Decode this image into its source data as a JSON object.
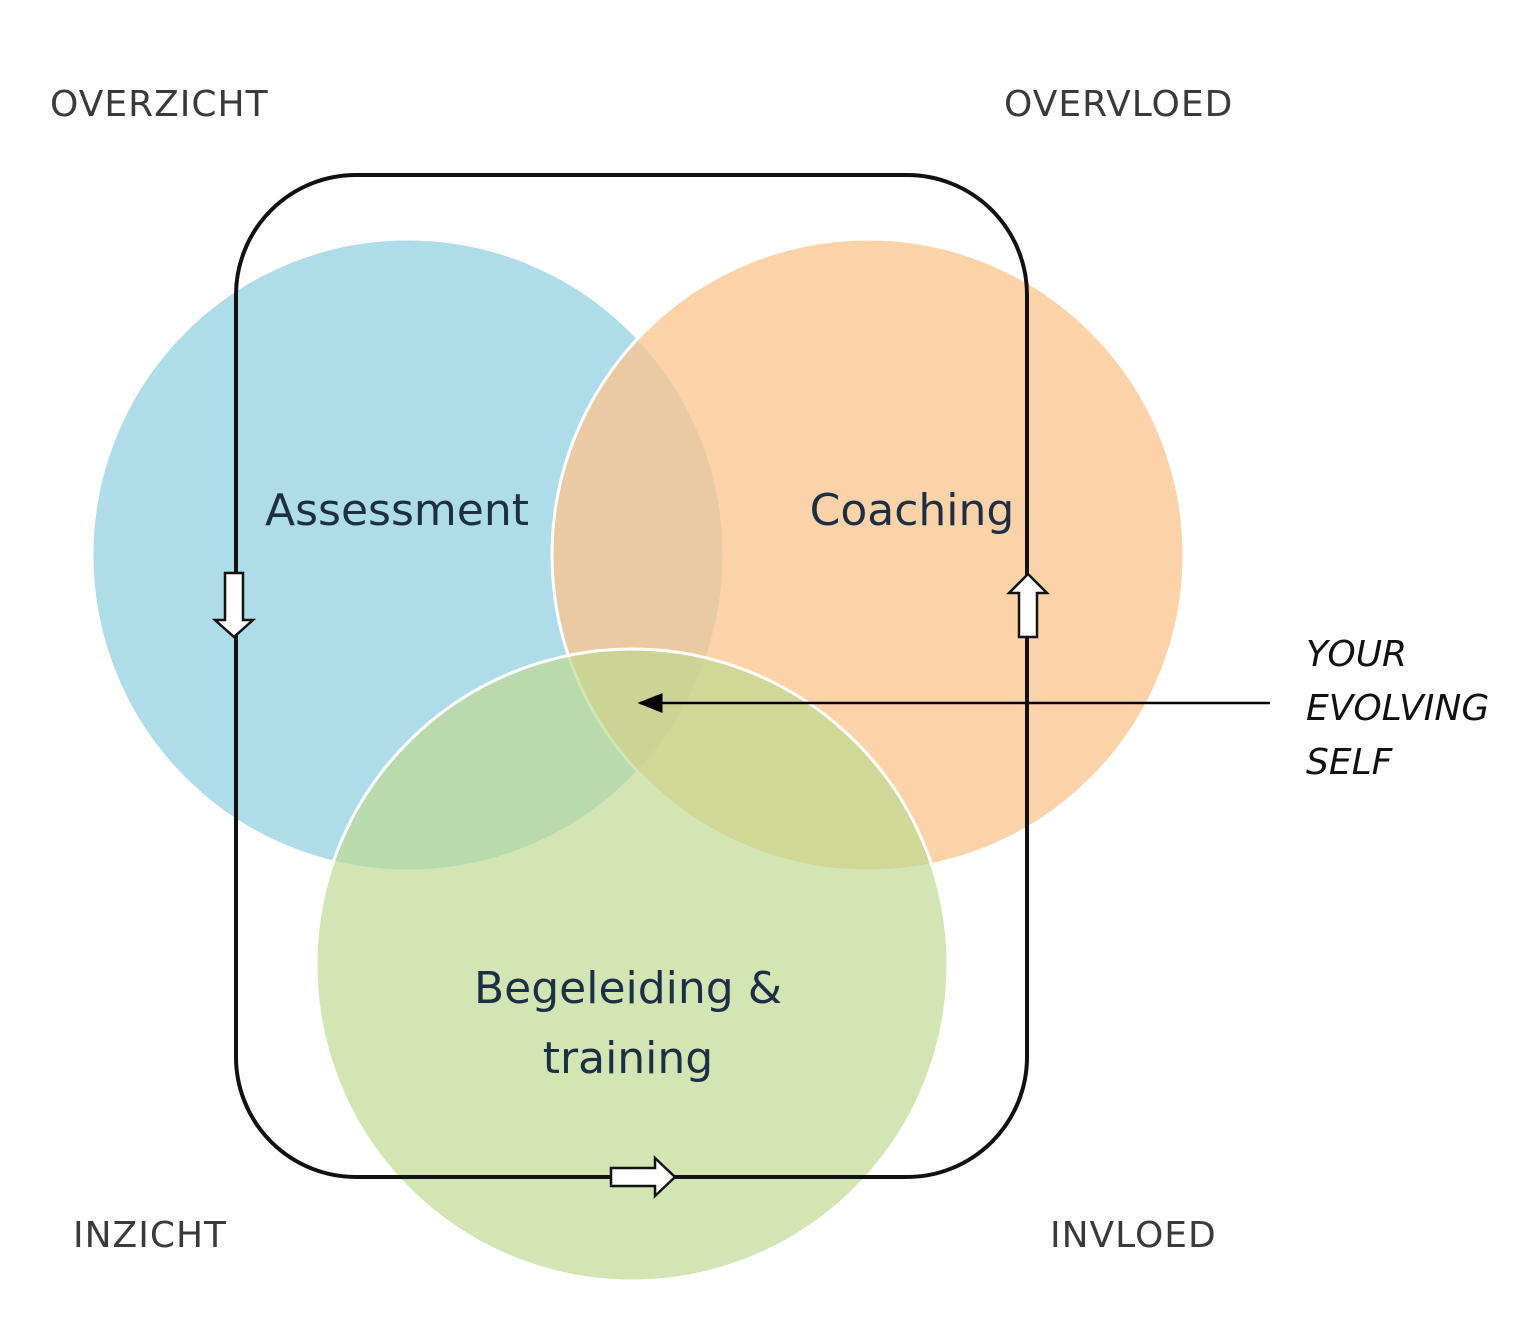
{
  "corner_labels": {
    "top_left": "OVERZICHT",
    "top_right": "OVERVLOED",
    "bottom_left": "INZICHT",
    "bottom_right": "INVLOED"
  },
  "circles": {
    "assessment": {
      "label": "Assessment",
      "color": "#a7d9e6"
    },
    "coaching": {
      "label": "Coaching",
      "color": "#fbc58f"
    },
    "begeleiding": {
      "label_line1": "Begeleiding &",
      "label_line2": "training",
      "color": "#cfe2ad"
    }
  },
  "pointer": {
    "line1": "YOUR",
    "line2": "EVOLVING",
    "line3": "SELF"
  },
  "colors": {
    "loop_stroke": "#111111",
    "text_dark": "#1d2f45",
    "corner_text": "#3a3a3a"
  },
  "icons": {
    "loop_arrows": [
      "arrow-down-icon",
      "arrow-right-icon",
      "arrow-up-icon"
    ]
  }
}
